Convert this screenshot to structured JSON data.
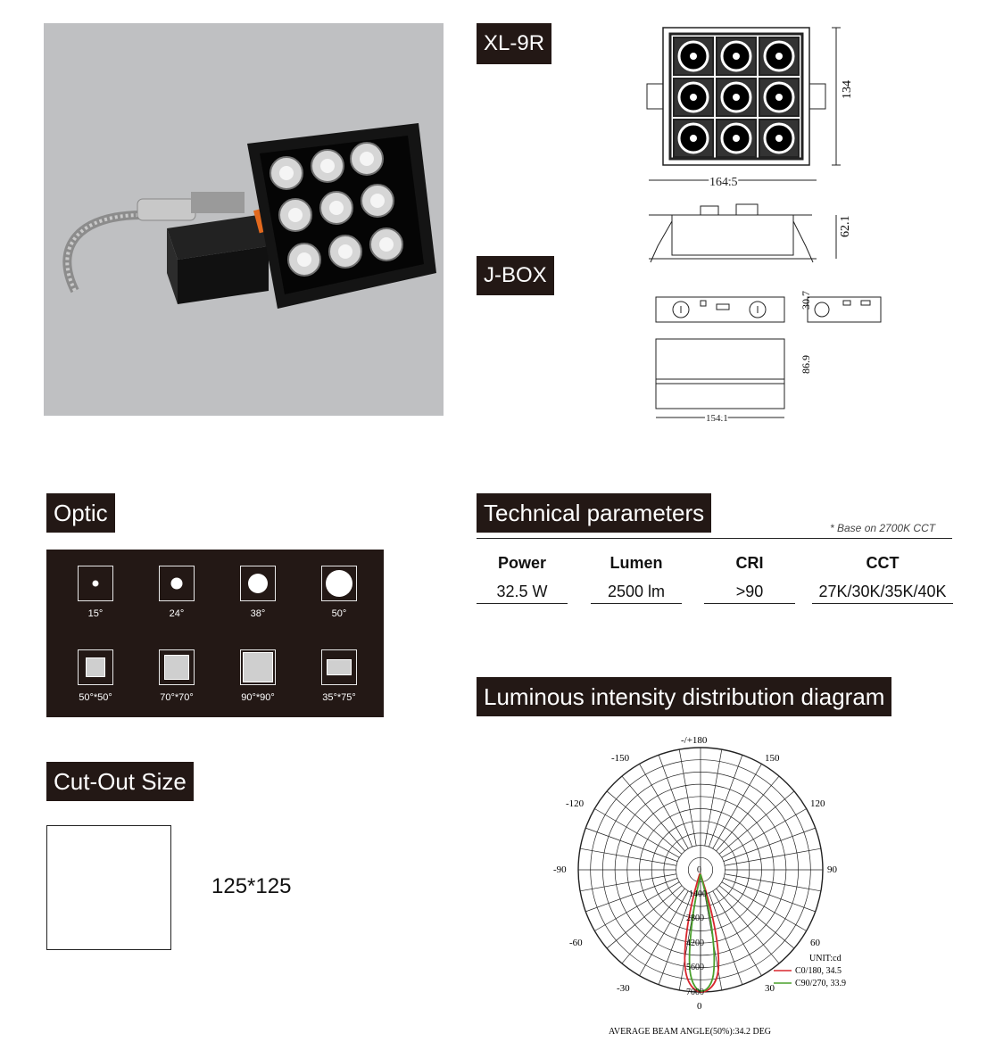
{
  "model": {
    "label": "XL-9R"
  },
  "jbox": {
    "label": "J-BOX"
  },
  "dimensions": {
    "width": "164.5",
    "height": "134",
    "depth": "62.1",
    "jbox_height": "30.7",
    "jbox_depth": "86.9",
    "jbox_length": "154.1"
  },
  "optic": {
    "title": "Optic",
    "options": [
      {
        "angle": "15°",
        "shape": "dot-small"
      },
      {
        "angle": "24°",
        "shape": "dot-medium"
      },
      {
        "angle": "38°",
        "shape": "dot-large"
      },
      {
        "angle": "50°",
        "shape": "dot-xlarge"
      },
      {
        "angle": "50°*50°",
        "shape": "square-small"
      },
      {
        "angle": "70°*70°",
        "shape": "square-medium"
      },
      {
        "angle": "90°*90°",
        "shape": "square-large"
      },
      {
        "angle": "35°*75°",
        "shape": "rectangle"
      }
    ]
  },
  "cutout": {
    "title": "Cut-Out Size",
    "value": "125*125"
  },
  "technical": {
    "title": "Technical parameters",
    "note": "* Base on 2700K CCT",
    "headers": [
      "Power",
      "Lumen",
      "CRI",
      "CCT"
    ],
    "values": [
      "32.5 W",
      "2500 lm",
      ">90",
      "27K/30K/35K/40K"
    ]
  },
  "luminous": {
    "title": "Luminous intensity distribution diagram",
    "angle_labels": {
      "top": "-/+180",
      "upper_left": "-150",
      "upper_right": "150",
      "left_high": "-120",
      "right_high": "120",
      "left": "-90",
      "right": "90",
      "left_low": "-60",
      "right_low": "60",
      "bottom_left": "-30",
      "bottom_right": "30",
      "bottom": "0",
      "center": "0"
    },
    "radial_ticks": [
      "1400",
      "2800",
      "4200",
      "5600",
      "7000"
    ],
    "unit": "UNIT:cd",
    "legend": [
      {
        "name": "C0/180, 34.5",
        "color": "#d8262e"
      },
      {
        "name": "C90/270, 33.9",
        "color": "#4aa02c"
      }
    ],
    "footer": "AVERAGE BEAM ANGLE(50%):34.2 DEG"
  }
}
